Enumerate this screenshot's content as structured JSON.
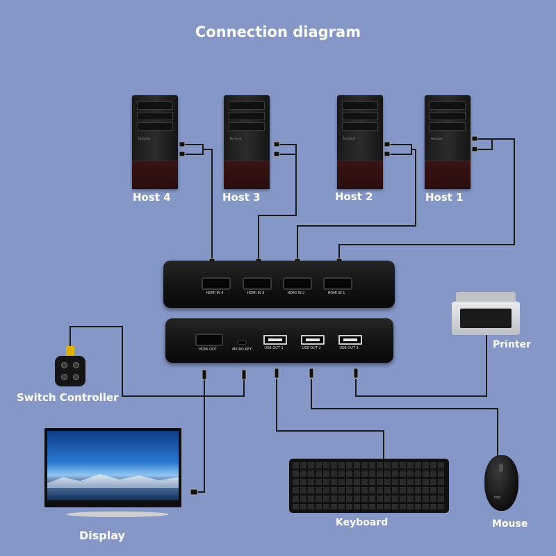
{
  "title": "Connection diagram",
  "hosts": [
    {
      "label": "Host 4"
    },
    {
      "label": "Host 3"
    },
    {
      "label": "Host 2"
    },
    {
      "label": "Host 1"
    }
  ],
  "kvm_inputs": [
    "HDMI IN 4",
    "HDMI IN 3",
    "HDMI IN 2",
    "HDMI IN 1"
  ],
  "kvm_outputs": {
    "hdmi_out": "HDMI OUT",
    "micro_key": "MICRO KEY",
    "usb": [
      "USB OUT 1",
      "USB OUT 2",
      "USB OUT 3"
    ]
  },
  "devices": {
    "printer": "Printer",
    "switch_controller": "Switch Controller",
    "display": "Display",
    "keyboard": "Keyboard",
    "mouse": "Mouse"
  },
  "colors": {
    "background": "#8497c6",
    "cable": "#1a1a1a",
    "text": "#ffffff"
  },
  "icons": [
    "computer-tower-icon",
    "hdmi-port-icon",
    "usb-port-icon",
    "printer-icon",
    "keypad-icon",
    "monitor-icon",
    "keyboard-icon",
    "mouse-icon"
  ]
}
